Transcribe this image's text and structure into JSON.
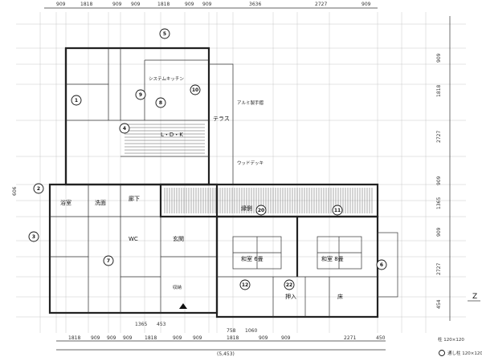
{
  "top_dims": [
    "909",
    "1818",
    "909",
    "909",
    "1818",
    "909",
    "909",
    "3636",
    "2727",
    "909"
  ],
  "bottom_dims": [
    "1818",
    "909",
    "909",
    "909",
    "1818",
    "909",
    "909",
    "1818",
    "909",
    "909",
    "2271",
    "450"
  ],
  "total_dim": "(5,453)",
  "sub_dims": [
    "1365",
    "453",
    "758",
    "1060"
  ],
  "right_dims": [
    "909",
    "1818",
    "2727",
    "909",
    "1365",
    "909",
    "2727",
    "454"
  ],
  "left_dims": [
    "606"
  ],
  "rooms": {
    "ldk": "L・D・K",
    "washitsu_left": "和室 6畳",
    "washitsu_right": "和室 8畳",
    "engawa": "縁側",
    "genkan": "玄関",
    "oshiire": "押入",
    "toko": "床",
    "yokushitsu": "浴室",
    "senmen": "洗面",
    "wc": "WC",
    "rouka": "廊下",
    "terrace": "テラス"
  },
  "annotations": {
    "wood_deck": "ウッドデッキ",
    "aluminum": "アルミ製手摺",
    "kitchen": "システムキッチン",
    "storage": "収納"
  },
  "bubbles": [
    "1",
    "2",
    "3",
    "4",
    "5",
    "6",
    "7",
    "8",
    "9",
    "10",
    "11",
    "12",
    "20",
    "22"
  ],
  "legend": {
    "post_label": "柱 120×120",
    "through_label": "通し柱 120×120"
  }
}
